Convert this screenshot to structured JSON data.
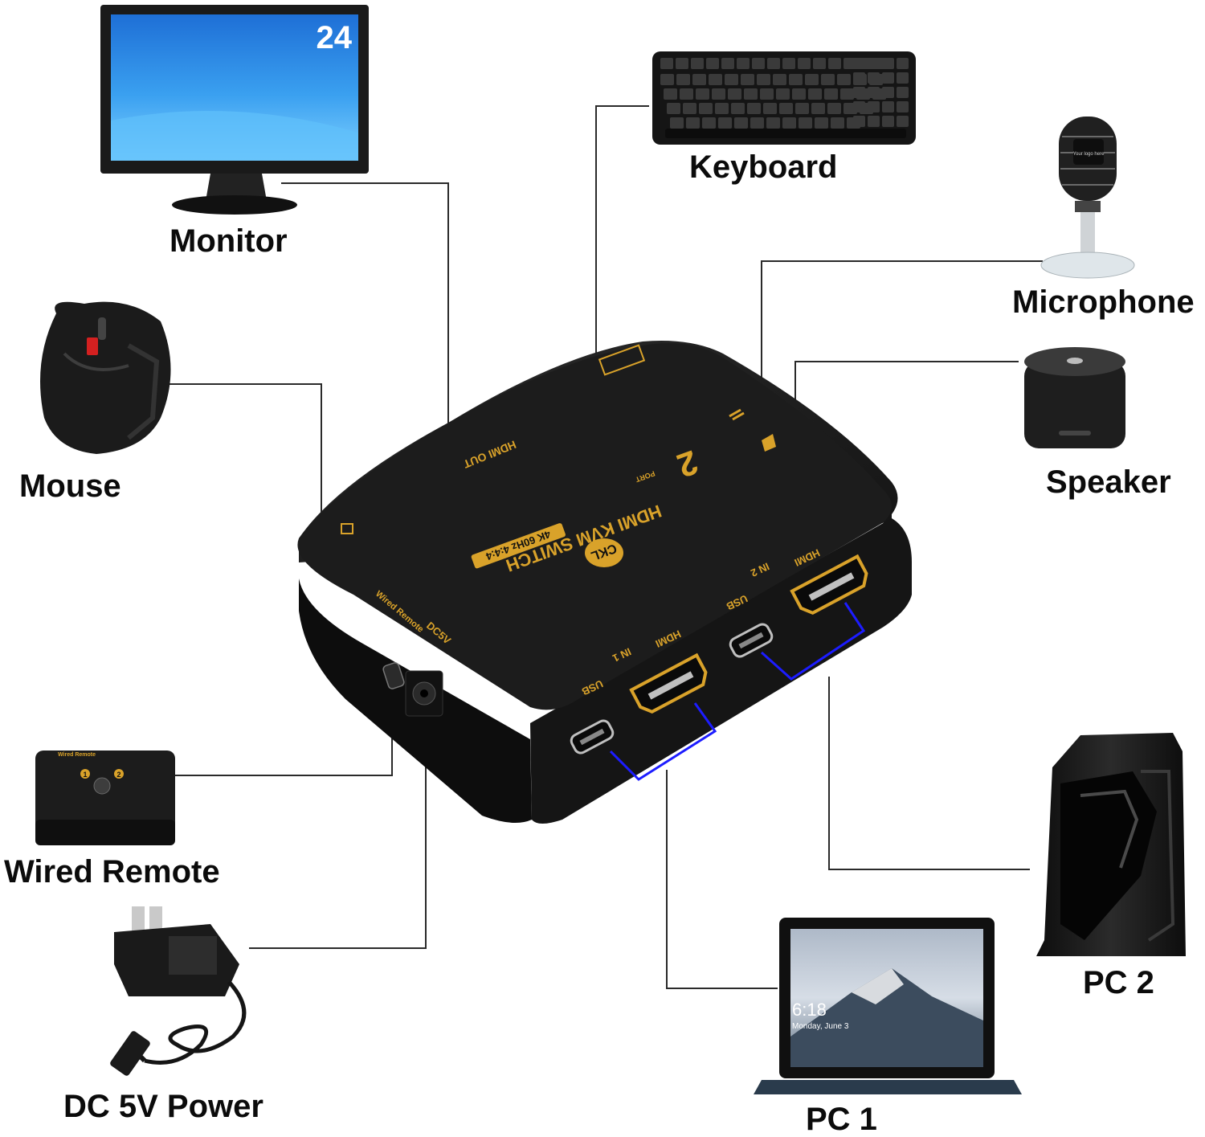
{
  "labels": {
    "monitor": "Monitor",
    "keyboard": "Keyboard",
    "microphone": "Microphone",
    "mouse": "Mouse",
    "speaker": "Speaker",
    "wired_remote": "Wired Remote",
    "dc_power": "DC 5V Power",
    "pc1": "PC 1",
    "pc2": "PC 2"
  },
  "monitor_screen_number": "24",
  "laptop_clock": "6:18",
  "laptop_date": "Monday, June 3",
  "switch": {
    "hdmi_out": "HDMI OUT",
    "port_count": "2",
    "port_word": "PORT",
    "product_name": "HDMI KVM SWITCH",
    "spec_badge": "4K 60Hz 4:4:4",
    "brand": "CKL",
    "in1_label": "IN 1",
    "in2_label": "IN 2",
    "hdmi": "HDMI",
    "usb": "USB",
    "wired_remote_port": "Wired Remote",
    "dc5v_port": "DC5V"
  },
  "remote": {
    "title": "Wired Remote",
    "button1": "1",
    "button2": "2"
  },
  "microphone_badge": "Your logo here",
  "colors": {
    "device_body": "#111111",
    "print_gold": "#d9a22a",
    "connector_lines": "#2a2a2a",
    "port_links": "#1c1cff"
  }
}
